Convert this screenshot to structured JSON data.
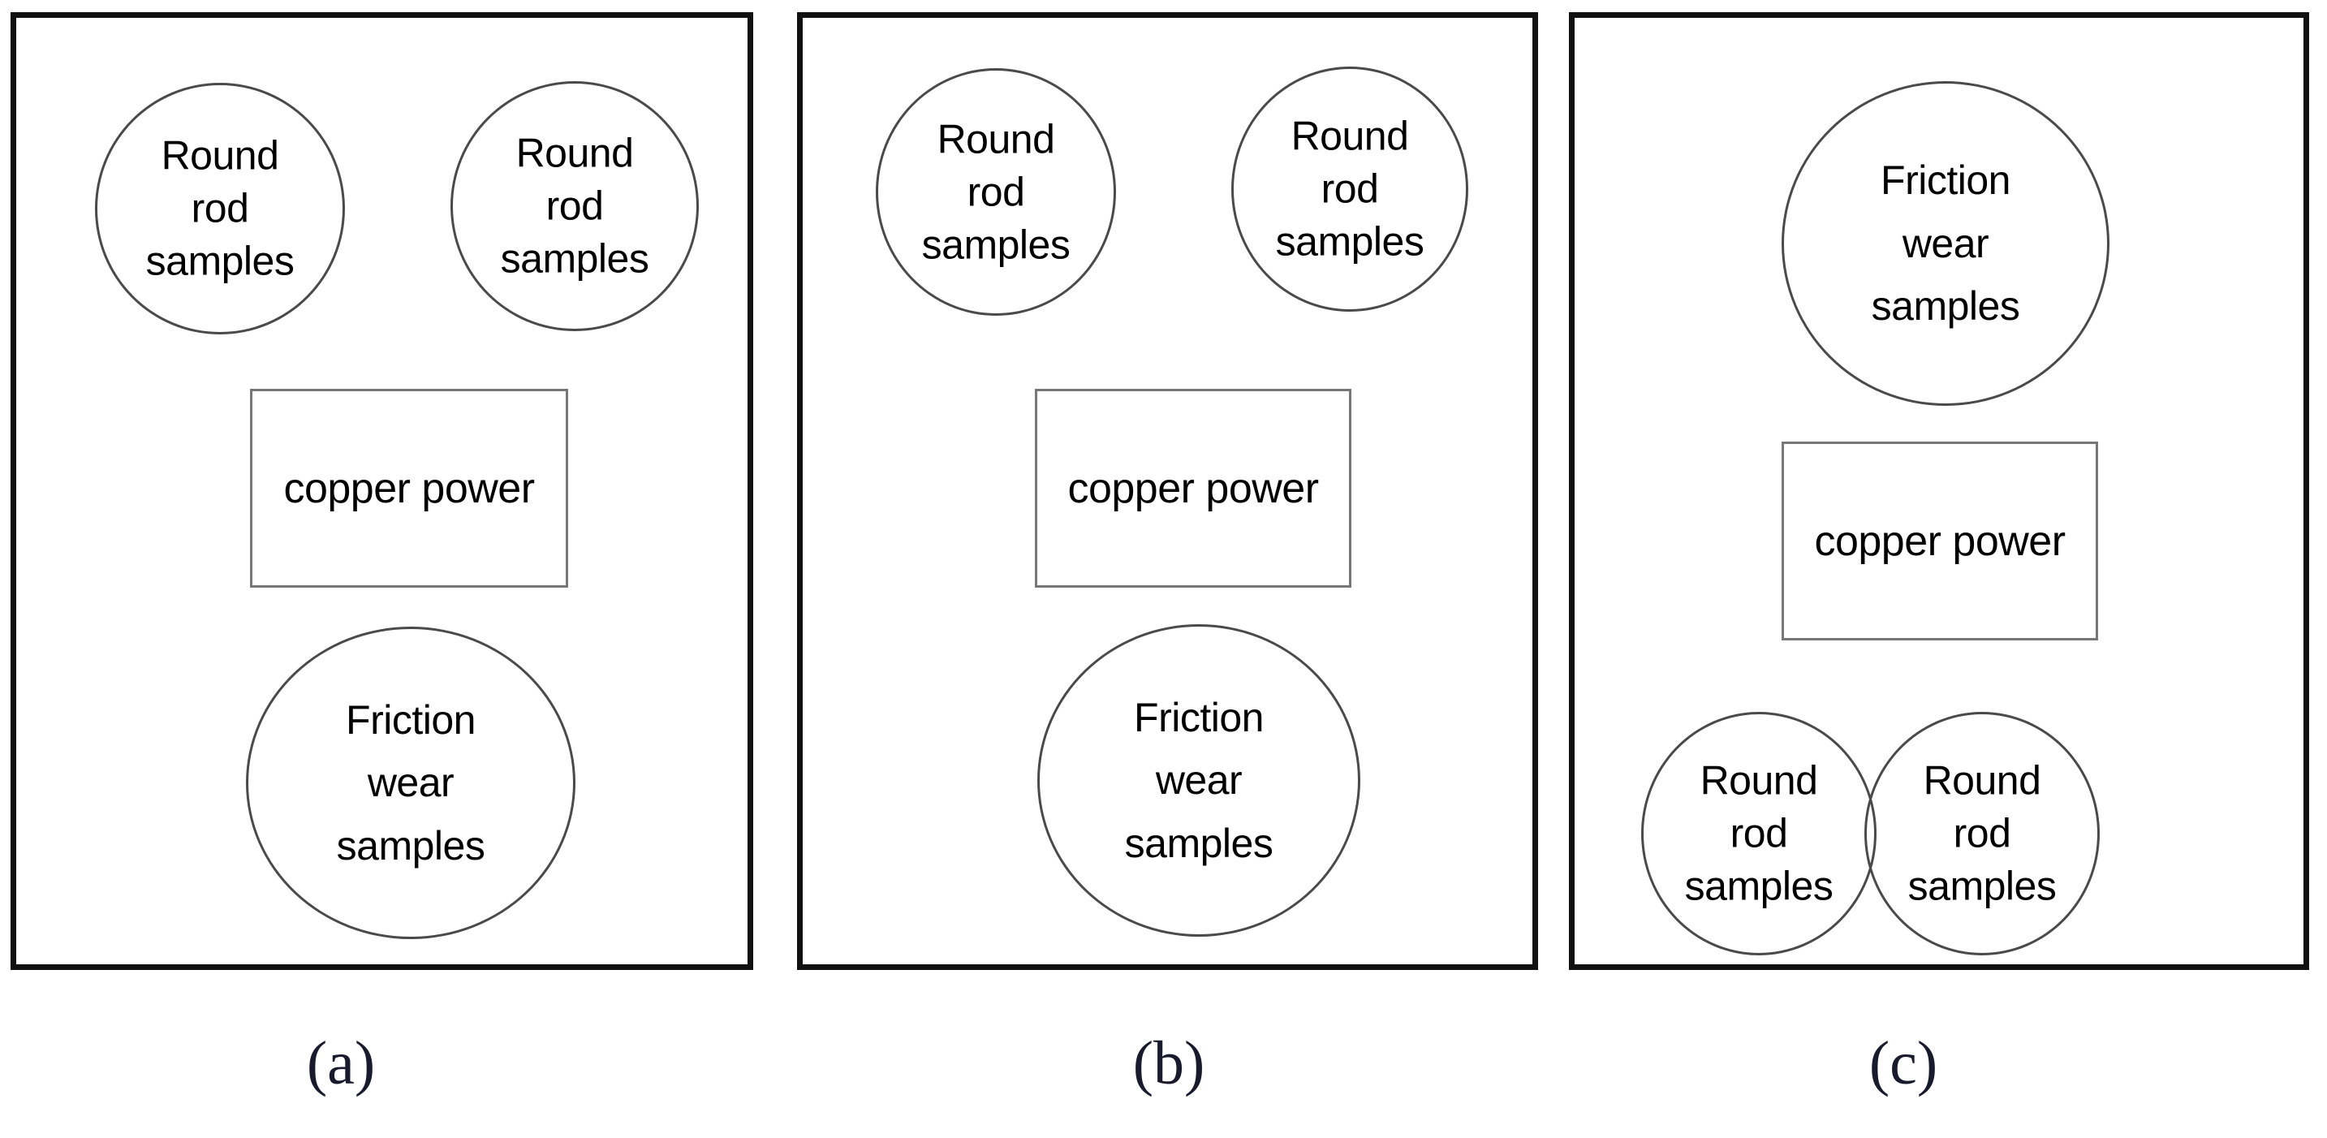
{
  "figure": {
    "background_color": "#ffffff",
    "panel_border_color": "#111111",
    "shape_outline_color": "#4a4a4a",
    "rect_outline_color": "#777777",
    "text_color": "#000000",
    "caption_color": "#1a1a2e"
  },
  "labels": {
    "round_rod_samples": "Round\nrod\nsamples",
    "round_rod_line1": "Round",
    "round_rod_line2": "rod",
    "round_rod_line3": "samples",
    "friction_wear_line1": "Friction",
    "friction_wear_line2": "wear",
    "friction_wear_line3": "samples",
    "copper_power": "copper power"
  },
  "panels": [
    {
      "id": "a",
      "caption": "(a)",
      "nodes": [
        {
          "name": "round-rod-samples-top-left",
          "shape": "ellipse",
          "lines": [
            "Round",
            "rod",
            "samples"
          ]
        },
        {
          "name": "round-rod-samples-top-right",
          "shape": "ellipse",
          "lines": [
            "Round",
            "rod",
            "samples"
          ]
        },
        {
          "name": "copper-power-block",
          "shape": "rect",
          "lines": [
            "copper power"
          ]
        },
        {
          "name": "friction-wear-samples",
          "shape": "ellipse",
          "lines": [
            "Friction",
            "wear",
            "samples"
          ]
        }
      ]
    },
    {
      "id": "b",
      "caption": "(b)",
      "nodes": [
        {
          "name": "round-rod-samples-top-left",
          "shape": "ellipse",
          "lines": [
            "Round",
            "rod",
            "samples"
          ]
        },
        {
          "name": "round-rod-samples-top-right",
          "shape": "ellipse",
          "lines": [
            "Round",
            "rod",
            "samples"
          ]
        },
        {
          "name": "copper-power-block",
          "shape": "rect",
          "lines": [
            "copper power"
          ]
        },
        {
          "name": "friction-wear-samples",
          "shape": "ellipse",
          "lines": [
            "Friction",
            "wear",
            "samples"
          ]
        }
      ]
    },
    {
      "id": "c",
      "caption": "(c)",
      "nodes": [
        {
          "name": "friction-wear-samples",
          "shape": "ellipse",
          "lines": [
            "Friction",
            "wear",
            "samples"
          ]
        },
        {
          "name": "copper-power-block",
          "shape": "rect",
          "lines": [
            "copper power"
          ]
        },
        {
          "name": "round-rod-samples-bottom-left",
          "shape": "ellipse",
          "lines": [
            "Round",
            "rod",
            "samples"
          ]
        },
        {
          "name": "round-rod-samples-bottom-right",
          "shape": "ellipse",
          "lines": [
            "Round",
            "rod",
            "samples"
          ]
        }
      ]
    }
  ]
}
